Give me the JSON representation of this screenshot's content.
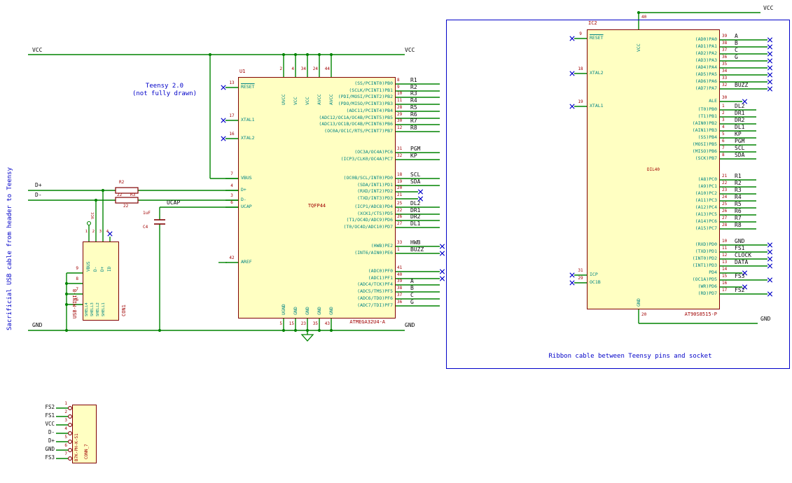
{
  "notes": {
    "left_vertical": "Sacrificial USB cable from header to Teensy",
    "teensy_line1": "Teensy 2.0",
    "teensy_line2": "(not fully drawn)",
    "ribbon": "Ribbon cable between Teensy pins and socket"
  },
  "net_labels": {
    "vcc": "VCC",
    "gnd": "GND",
    "dplus": "D+",
    "dminus": "D-",
    "ucap": "UCAP"
  },
  "colors": {
    "wire": "#008400",
    "pin_number": "#a00000",
    "pin_name": "#008484",
    "component_outline": "#800000",
    "component_fill": "#ffffc2",
    "net_label": "#0a0a0a",
    "note": "#0000c8",
    "no_connect": "#0000c8"
  },
  "u1": {
    "ref": "U1",
    "value": "TQFP44",
    "part": "ATMEGA32U4-A",
    "left_pins": [
      {
        "num": "13",
        "name": "RESET",
        "overline": true,
        "nc": true
      },
      {
        "num": "17",
        "name": "XTAL1",
        "nc": true
      },
      {
        "num": "16",
        "name": "XTAL2",
        "nc": true
      },
      {
        "num": "7",
        "name": "VBUS"
      },
      {
        "num": "4",
        "name": "D+"
      },
      {
        "num": "3",
        "name": "D-"
      },
      {
        "num": "6",
        "name": "UCAP"
      },
      {
        "num": "42",
        "name": "AREF"
      }
    ],
    "top_pins": [
      {
        "num": "2",
        "name": "UVCC"
      },
      {
        "num": "4",
        "name": "VCC"
      },
      {
        "num": "34",
        "name": "VCC"
      },
      {
        "num": "24",
        "name": "AVCC"
      },
      {
        "num": "44",
        "name": "AVCC"
      }
    ],
    "bottom_pins": [
      {
        "num": "5",
        "name": "UGND"
      },
      {
        "num": "15",
        "name": "GND"
      },
      {
        "num": "23",
        "name": "GND"
      },
      {
        "num": "35",
        "name": "GND"
      },
      {
        "num": "43",
        "name": "GND"
      }
    ],
    "right_pin_groups": [
      {
        "pins": [
          {
            "num": "8",
            "name": "(SS/PCINT0)PB0",
            "label": "R1"
          },
          {
            "num": "9",
            "name": "(SCLK/PCINT1)PB1",
            "label": "R2"
          },
          {
            "num": "10",
            "name": "(PDI/MOSI/PCINT2)PB2",
            "label": "R3"
          },
          {
            "num": "11",
            "name": "(PDO/MISO/PCINT3)PB3",
            "label": "R4"
          },
          {
            "num": "28",
            "name": "(ADC11/PCINT4)PB4",
            "label": "R5"
          },
          {
            "num": "29",
            "name": "(ADC12/OC1A/OC4B/PCINT5)PB5",
            "label": "R6"
          },
          {
            "num": "30",
            "name": "(ADC13/OC1B/OC4B/PCINT6)PB6",
            "label": "R7"
          },
          {
            "num": "12",
            "name": "(OC0A/OC1C/RTS/PCINT7)PB7",
            "label": "R8"
          }
        ]
      },
      {
        "pins": [
          {
            "num": "31",
            "name": "(OC3A/OC4A)PC6",
            "label": "PGM"
          },
          {
            "num": "32",
            "name": "(ICP3/CLK0/OC4A)PC7",
            "label": "KP"
          }
        ]
      },
      {
        "pins": [
          {
            "num": "18",
            "name": "(OC0B/SCL/INT0)PD0",
            "label": "SCL"
          },
          {
            "num": "19",
            "name": "(SDA/INT1)PD1",
            "label": "SDA"
          },
          {
            "num": "20",
            "name": "(RXD/INT2)PD2",
            "nc": true,
            "short": true
          },
          {
            "num": "21",
            "name": "(TXD/INT3)PD3",
            "nc": true,
            "short": true
          }
        ]
      },
      {
        "pins": [
          {
            "num": "25",
            "name": "(ICP1/ADC8)PD4",
            "label": "DL2"
          },
          {
            "num": "22",
            "name": "(XCK1/CTS)PD5",
            "label": "DR1"
          },
          {
            "num": "26",
            "name": "(T1/OC4D/ADC9)PD6",
            "label": "DR2"
          },
          {
            "num": "27",
            "name": "(T0/OC4D/ADC10)PD7",
            "label": "DL1"
          }
        ]
      },
      {
        "pins": [
          {
            "num": "33",
            "name": "(HWB)PE2",
            "label": "HWB",
            "nc": true
          },
          {
            "num": "1",
            "name": "(INT6/AIN0)PE6",
            "label": "BUZZ",
            "nc": true
          }
        ]
      },
      {
        "pins": [
          {
            "num": "41",
            "name": "(ADC0)PF0",
            "nc": true
          },
          {
            "num": "40",
            "name": "(ADC1)PF1",
            "nc": true
          },
          {
            "num": "39",
            "name": "(ADC4/TCK)PF4",
            "label": "A"
          },
          {
            "num": "38",
            "name": "(ADC5/TMS)PF5",
            "label": "B"
          },
          {
            "num": "37",
            "name": "(ADC6/TDO)PF6",
            "label": "C"
          },
          {
            "num": "36",
            "name": "(ADC7/TDI)PF7",
            "label": "G"
          }
        ]
      }
    ]
  },
  "ic2": {
    "ref": "IC2",
    "value": "DIL40",
    "part": "AT90S8515-P",
    "left_pins": [
      {
        "num": "9",
        "name": "RESET",
        "overline": true,
        "nc": true
      },
      {
        "num": "18",
        "name": "XTAL2",
        "nc": true
      },
      {
        "num": "19",
        "name": "XTAL1",
        "nc": true
      },
      {
        "num": "31",
        "name": "ICP",
        "nc": true
      },
      {
        "num": "29",
        "name": "OC1B",
        "nc": true
      }
    ],
    "top_pins": [
      {
        "num": "40",
        "name": "VCC"
      }
    ],
    "bottom_pins": [
      {
        "num": "20",
        "name": "GND"
      }
    ],
    "right_pin_groups": [
      {
        "pins": [
          {
            "num": "39",
            "name": "(AD0)PA0",
            "label": "A",
            "nc": true
          },
          {
            "num": "38",
            "name": "(AD1)PA1",
            "label": "B",
            "nc": true
          },
          {
            "num": "37",
            "name": "(AD2)PA2",
            "label": "C",
            "nc": true
          },
          {
            "num": "36",
            "name": "(AD3)PA3",
            "label": "G",
            "nc": true
          },
          {
            "num": "35",
            "name": "(AD4)PA4",
            "nc": true
          },
          {
            "num": "34",
            "name": "(AD5)PA5",
            "nc": true
          },
          {
            "num": "33",
            "name": "(AD6)PA6",
            "nc": true
          },
          {
            "num": "32",
            "name": "(AD7)PA7",
            "label": "BUZZ",
            "nc": true
          }
        ]
      },
      {
        "pins": [
          {
            "num": "30",
            "name": "ALE",
            "nc": true,
            "short": true
          }
        ]
      },
      {
        "pins": [
          {
            "num": "1",
            "name": "(T0)PB0",
            "label": "DL2"
          },
          {
            "num": "2",
            "name": "(T1)PB1",
            "label": "DR1"
          },
          {
            "num": "3",
            "name": "(AIN0)PB2",
            "label": "DR2"
          },
          {
            "num": "4",
            "name": "(AIN1)PB3",
            "label": "DL1"
          },
          {
            "num": "5",
            "name": "(SS)PB4",
            "label": "KP"
          },
          {
            "num": "6",
            "name": "(MOSI)PB5",
            "label": "PGM"
          },
          {
            "num": "7",
            "name": "(MISO)PB6",
            "label": "SCL"
          },
          {
            "num": "8",
            "name": "(SCK)PB7",
            "label": "SDA"
          }
        ]
      },
      {
        "pins": [
          {
            "num": "21",
            "name": "(A8)PC0",
            "label": "R1"
          },
          {
            "num": "22",
            "name": "(A9)PC1",
            "label": "R2"
          },
          {
            "num": "23",
            "name": "(A10)PC2",
            "label": "R3"
          },
          {
            "num": "24",
            "name": "(A11)PC3",
            "label": "R4"
          },
          {
            "num": "25",
            "name": "(A12)PC4",
            "label": "R5"
          },
          {
            "num": "26",
            "name": "(A13)PC5",
            "label": "R6"
          },
          {
            "num": "27",
            "name": "(A14)PC6",
            "label": "R7"
          },
          {
            "num": "28",
            "name": "(A15)PC7",
            "label": "R8"
          }
        ]
      },
      {
        "pins": [
          {
            "num": "10",
            "name": "(RXD)PD0",
            "label": "GND",
            "nc": true
          },
          {
            "num": "11",
            "name": "(TXD)PD1",
            "label": "FS1",
            "nc": true
          },
          {
            "num": "12",
            "name": "(INT0)PD2",
            "label": "CLOCK",
            "nc": true
          },
          {
            "num": "13",
            "name": "(INT1)PD3",
            "label": "DATA",
            "nc": true
          },
          {
            "num": "14",
            "name": "PD4",
            "nc": true,
            "short": true
          },
          {
            "num": "15",
            "name": "(OC1A)PD5",
            "label": "FS3",
            "nc": true
          },
          {
            "num": "16",
            "name": "(WR)PD6",
            "nc": true,
            "short": true
          },
          {
            "num": "17",
            "name": "(RD)PD7",
            "label": "FS2",
            "nc": true
          }
        ]
      }
    ]
  },
  "con1": {
    "ref": "CON1",
    "value": "USB-MINI-B",
    "top_pins": [
      {
        "num": "1",
        "name": "VBUS"
      },
      {
        "num": "2",
        "name": "D-"
      },
      {
        "num": "3",
        "name": "D+"
      },
      {
        "num": "4",
        "name": "ID",
        "nc": true
      }
    ],
    "left_pins": [
      {
        "num": "9",
        "name": "SHELL4"
      },
      {
        "num": "8",
        "name": "SHELL3"
      },
      {
        "num": "7",
        "name": "SHELL2"
      },
      {
        "num": "6",
        "name": "SHELL1"
      }
    ]
  },
  "conn7": {
    "ref": "CONN_7",
    "value": "B7K-PH-K-S1",
    "pins": [
      {
        "num": "1",
        "label": "FS2"
      },
      {
        "num": "2",
        "label": "FS1"
      },
      {
        "num": "3",
        "label": "VCC"
      },
      {
        "num": "4",
        "label": "D-"
      },
      {
        "num": "5",
        "label": "D+"
      },
      {
        "num": "6",
        "label": "GND"
      },
      {
        "num": "7",
        "label": "FS3"
      }
    ]
  },
  "r2": {
    "ref": "R2",
    "value": "22"
  },
  "r3": {
    "ref": "R3",
    "value": "22"
  },
  "c4": {
    "ref": "C4",
    "value": "1uF"
  }
}
